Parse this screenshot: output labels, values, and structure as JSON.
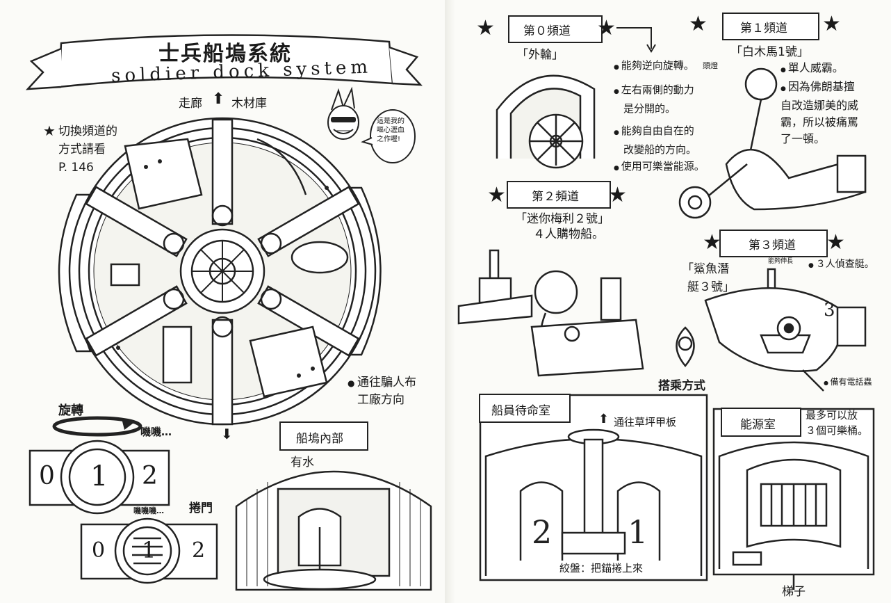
{
  "left_page": {
    "title_cn": "士兵船塢系統",
    "title_en": "soldier dock system",
    "top_label_left": "走廊",
    "top_label_right": "木材庫",
    "side_note": [
      "切換頻道的",
      "方式請看",
      "P. 146"
    ],
    "speech_bubble": [
      "這是我的",
      "嘔心瀝血",
      "之作喔!"
    ],
    "exit_note": [
      "通往騙人布",
      "工廠方向"
    ],
    "rotate_label": "旋轉",
    "sfx_1": "嘰嘰…",
    "sfx_2": "嘰嘰嘰…",
    "door_label": "捲門",
    "channel_numbers": [
      "0",
      "1",
      "2"
    ],
    "dock_inside_title": "船塢內部",
    "water_label": "有水"
  },
  "right_page": {
    "ch0": {
      "title": "第０頻道",
      "name": "「外輪」",
      "notes": [
        "能夠逆向旋轉。",
        "左右兩側的動力",
        "是分開的。",
        "能夠自由自在的",
        "改變船的方向。",
        "使用可樂當能源。"
      ]
    },
    "ch1": {
      "title": "第１頻道",
      "name": "「白木馬1號」",
      "head_label": "頭燈",
      "notes": [
        "單人威霸。",
        "因為佛朗基擅",
        "自改造娜美的威",
        "霸，所以被痛罵",
        "了一頓。"
      ]
    },
    "ch2": {
      "title": "第２頻道",
      "name": "「迷你梅利２號」",
      "note": "４人購物船。"
    },
    "ch3": {
      "title": "第３頻道",
      "name_line1": "「鯊魚潛",
      "name_line2": "艇３號」",
      "periscope_label": "能夠伸長",
      "note": "３人偵查艇。",
      "phone_note": "備有電話蟲",
      "boarding_label": "搭乘方式"
    },
    "crew_room": {
      "title": "船員待命室",
      "arrow_label": "通往草坪甲板",
      "winch_label": "絞盤：把錨捲上來"
    },
    "energy_room": {
      "title": "能源室",
      "note": [
        "最多可以放",
        "３個可樂桶。"
      ],
      "ladder_label": "梯子"
    }
  }
}
